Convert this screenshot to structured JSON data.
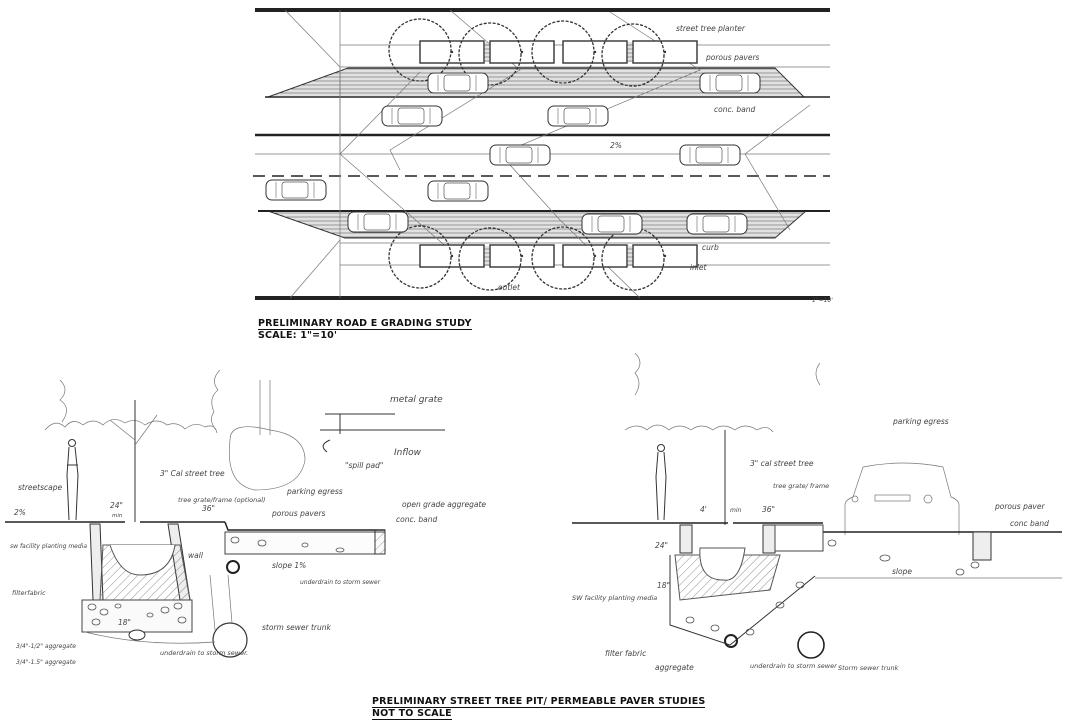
{
  "plan": {
    "title": "PRELIMINARY ROAD E GRADING STUDY",
    "scale": "SCALE: 1\"=10'",
    "scale_note": "1\"=10'",
    "labels": {
      "street_tree_planter": "street tree planter",
      "porous_pavers": "porous pavers",
      "conc_band": "conc. band",
      "curb": "curb",
      "inlet": "inlet",
      "outlet": "outlet",
      "slope": "2%"
    }
  },
  "section_left": {
    "labels": {
      "metal_grate": "metal grate",
      "inflow": "Inflow",
      "spill_pad": "\"spill pad\"",
      "slope_top": "2%",
      "street_tree": "3\" Cal street tree",
      "streetscape": "streetscape",
      "tree_grate": "tree grate/frame (optional)",
      "parking_egress": "parking egress",
      "porous_pavers": "porous pavers",
      "open_grade": "open grade aggregate",
      "conc_band": "conc. band",
      "sw_facility": "sw facility planting media",
      "wall": "wall",
      "filter_fabric": "filterfabric",
      "slope": "slope 1%",
      "underdrain_sewer": "underdrain to storm sewer",
      "storm_sewer": "storm sewer trunk",
      "agg_small": "3/4\"-1/2\" aggregate",
      "agg_large": "3/4\"-1.5\" aggregate",
      "underdrain": "underdrain to storm sewer.",
      "dim_24": "24\"",
      "dim_min": "min",
      "dim_36": "36\"",
      "dim_18": "18\""
    }
  },
  "section_right": {
    "labels": {
      "parking_egress": "parking egress",
      "street_tree": "3\" cal street tree",
      "tree_grate": "tree grate/ frame",
      "porous_paver": "porous paver",
      "conc_band": "conc band",
      "slope": "slope",
      "sw_facility": "SW facility planting media",
      "filter_fabric": "filter fabric",
      "aggregate": "aggregate",
      "underdrain": "underdrain to storm sewer",
      "storm_sewer": "Storm sewer trunk",
      "dim_4": "4'",
      "dim_min": "min",
      "dim_36": "36\"",
      "dim_24": "24\"",
      "dim_18": "18\""
    }
  },
  "footer": {
    "title": "PRELIMINARY STREET TREE PIT/ PERMEABLE PAVER STUDIES",
    "scale": "NOT TO SCALE"
  }
}
